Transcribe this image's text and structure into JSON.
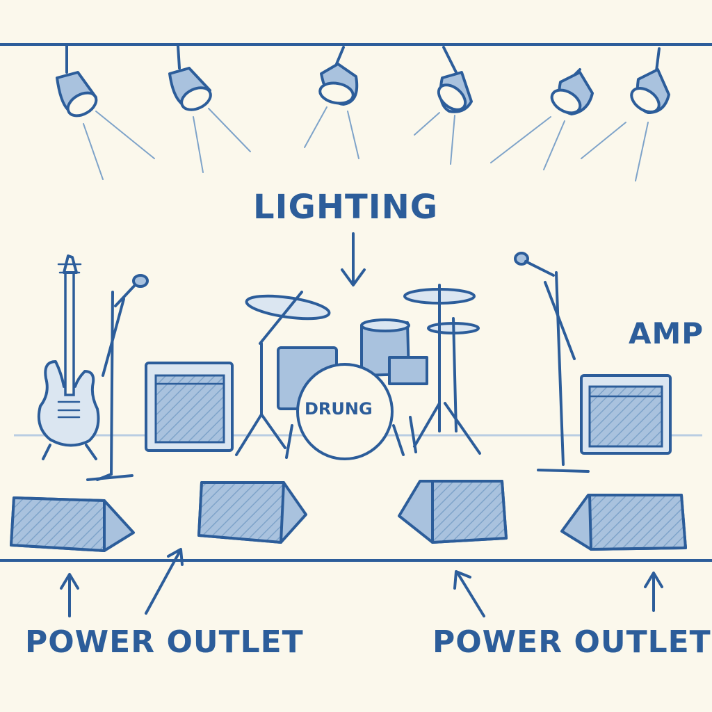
{
  "labels": {
    "lighting": "LIGHTING",
    "amp": "AMP",
    "drum": "DRUNG",
    "power_left": "POWER OUTLET",
    "power_right": "POWER OUTLET"
  },
  "colors": {
    "background": "#fbf8ec",
    "ink": "#2c5d9a",
    "fill": "#a9c2de",
    "beam": "#7ea3c9"
  },
  "icons": [
    "spotlight-icon",
    "guitar-icon",
    "mic-stand-icon",
    "amplifier-icon",
    "drum-kit-icon",
    "monitor-speaker-icon",
    "arrow-icon"
  ]
}
